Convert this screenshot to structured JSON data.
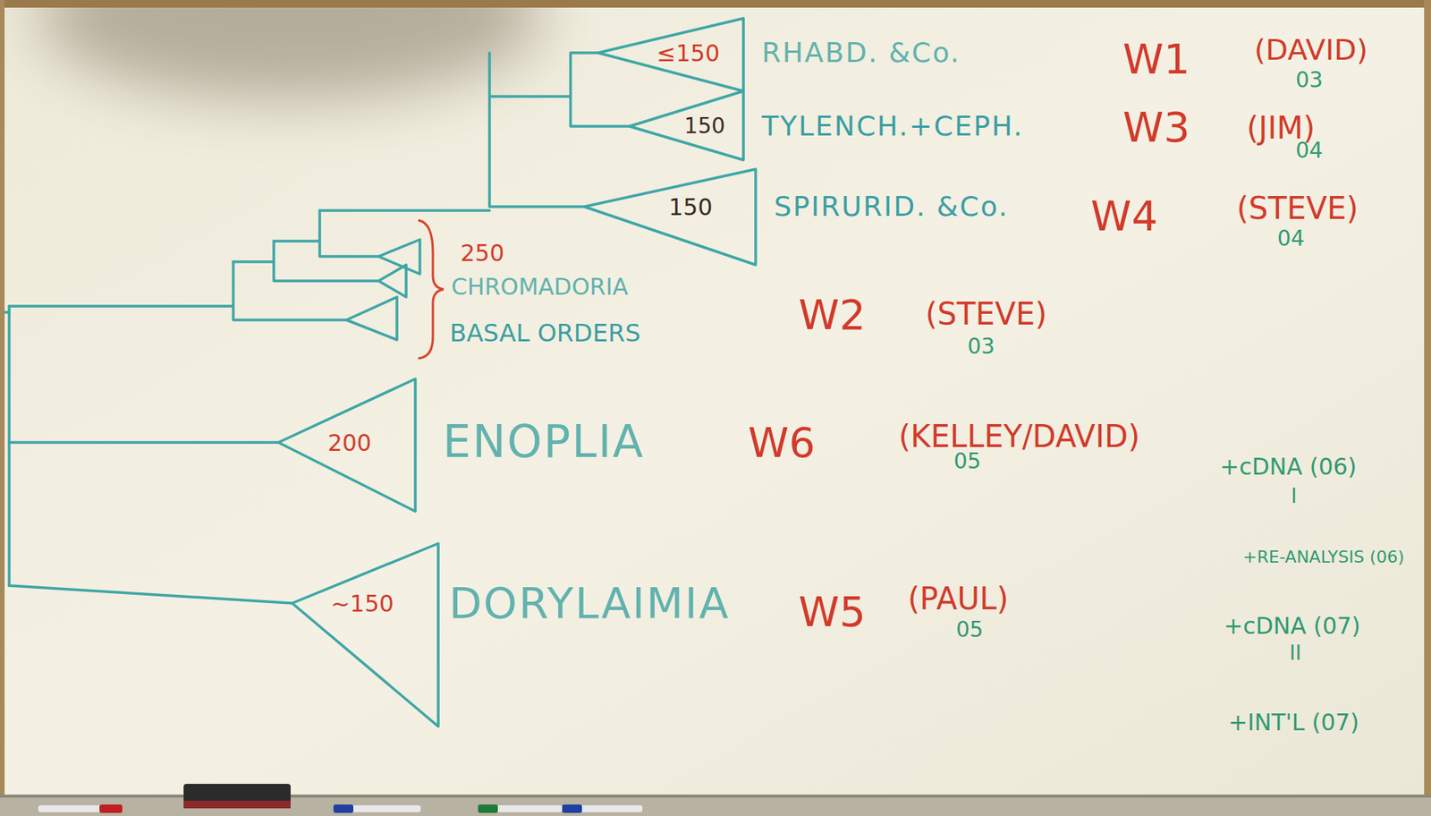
{
  "diagram": {
    "nodes": [
      {
        "text": [
          "≤150",
          "RHABD. &Co."
        ]
      },
      {
        "text": [
          "150",
          "TYLENCH.+CEPH."
        ]
      },
      {
        "text": [
          "150",
          "SPIRURID. &Co."
        ]
      },
      {
        "text": [
          "200",
          "ENOPLIA"
        ]
      },
      {
        "text": [
          "~150",
          "DORYLAIMIA"
        ]
      }
    ],
    "labels": [
      "W1",
      "(DAVID)",
      "03",
      "W3",
      "(JIM)",
      "04",
      "W4",
      "(STEVE)",
      "04",
      "250",
      "CHROMADORIA",
      "BASAL ORDERS",
      "W2",
      "(STEVE)",
      "03",
      "W6",
      "(KELLEY/DAVID)",
      "05",
      "W5",
      "(PAUL)",
      "05",
      "+cDNA (06)",
      "I",
      "+RE-ANALYSIS (06)",
      "+cDNA (07)",
      "II",
      "+INT'L (07)"
    ]
  }
}
